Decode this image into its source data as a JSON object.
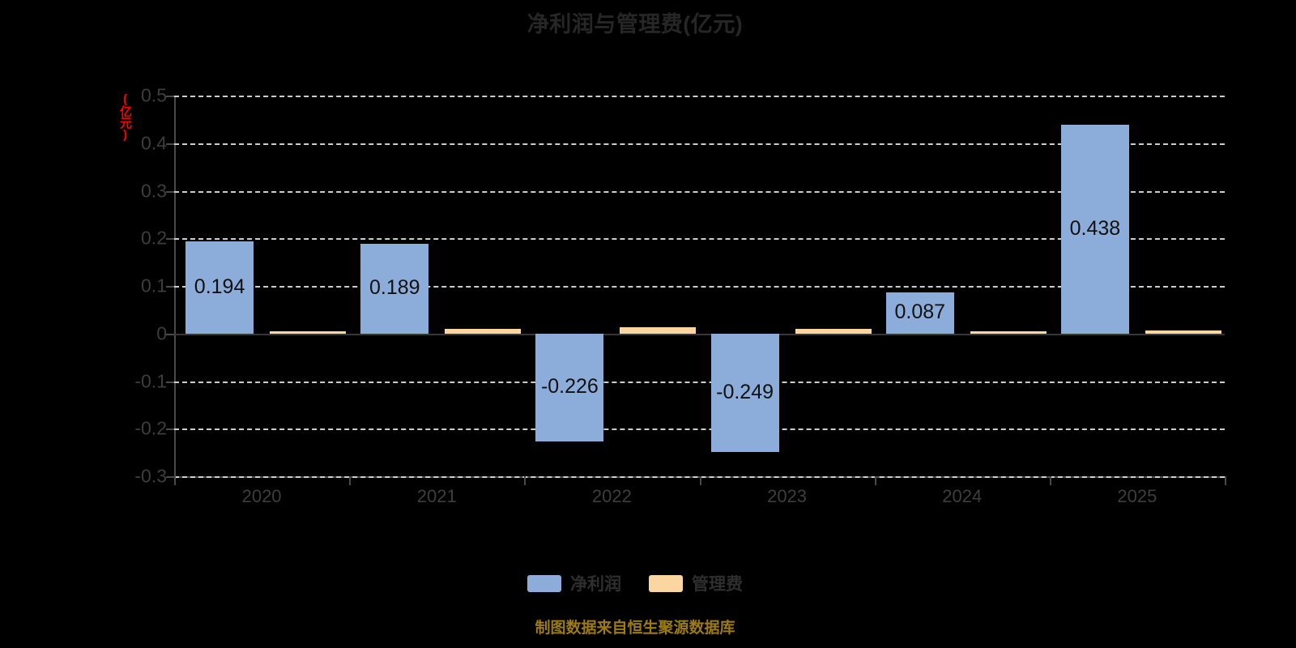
{
  "chart_data": {
    "type": "bar",
    "title": "净利润与管理费(亿元)",
    "xlabel": "",
    "ylabel": "(亿元)",
    "ylim": [
      -0.3,
      0.5
    ],
    "yticks": [
      "0.5",
      "0.4",
      "0.3",
      "0.2",
      "0.1",
      "0",
      "-0.1",
      "-0.2",
      "-0.3"
    ],
    "ytick_values": [
      0.5,
      0.4,
      0.3,
      0.2,
      0.1,
      0,
      -0.1,
      -0.2,
      -0.3
    ],
    "grid": true,
    "legend_position": "bottom",
    "categories": [
      "2020",
      "2021",
      "2022",
      "2023",
      "2024",
      "2025"
    ],
    "series": [
      {
        "name": "净利润",
        "color": "#8cadda",
        "values": [
          0.194,
          0.189,
          -0.226,
          -0.249,
          0.087,
          0.438
        ],
        "labels": [
          "0.194",
          "0.189",
          "-0.226",
          "-0.249",
          "0.087",
          "0.438"
        ]
      },
      {
        "name": "管理费",
        "color": "#fcd6a0",
        "values": [
          0.004,
          0.009,
          0.013,
          0.009,
          0.005,
          0.006
        ],
        "labels": [
          "",
          "",
          "",
          "",
          "",
          ""
        ]
      }
    ],
    "annotations": {
      "source_note": "制图数据来自恒生聚源数据库"
    },
    "colors": {
      "background": "#000000",
      "title": "#262626",
      "axis": "#4a4a4a",
      "gridline": "#d8d8d8",
      "tick_label": "#3d3d3d",
      "unit_label": "#ff0000",
      "source_note": "#9c7a14",
      "bar_label": "#111111"
    }
  }
}
